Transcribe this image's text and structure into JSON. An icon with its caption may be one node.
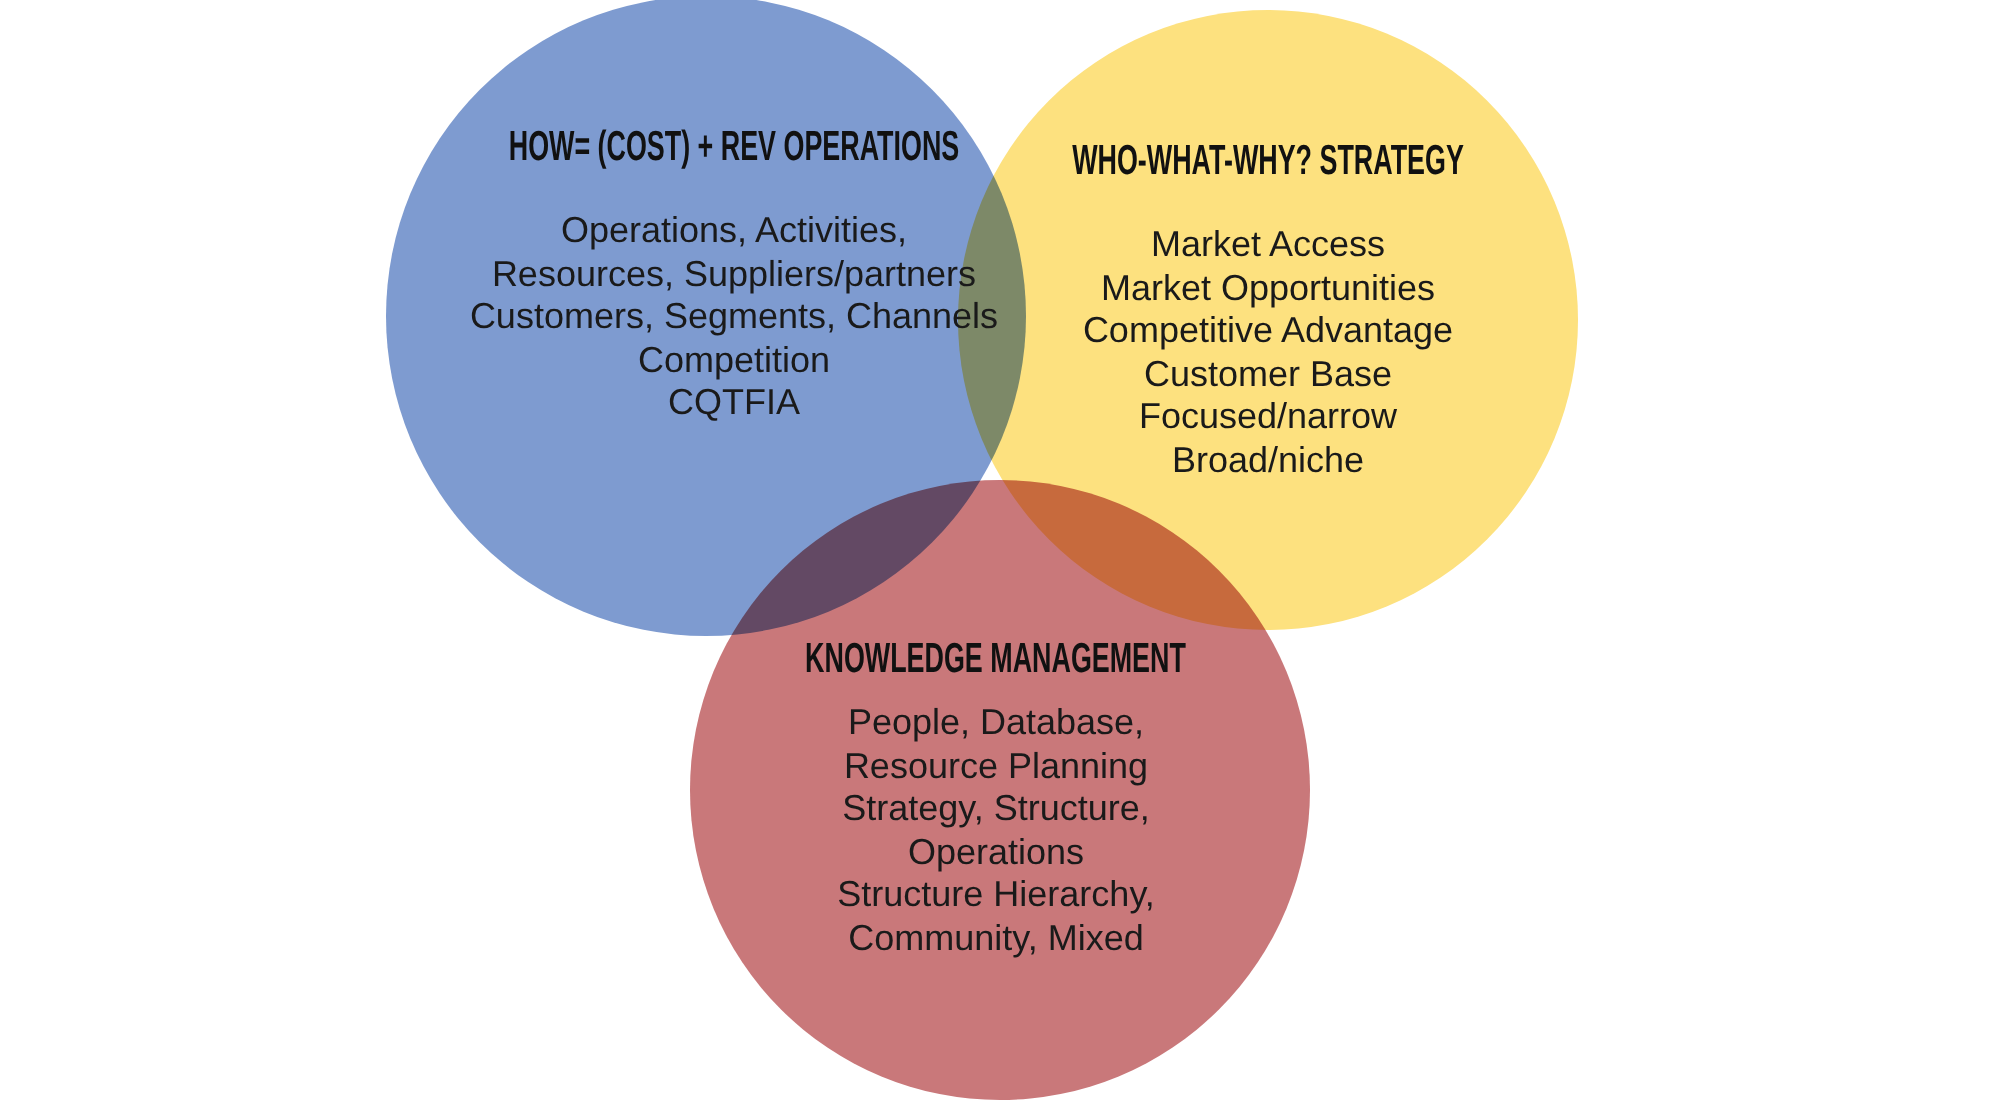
{
  "diagram": {
    "nodes": [
      {
        "text": [
          "HOW= (COST) + REV OPERATIONS",
          "Operations, Activities, Resources, Suppliers/partners",
          "Customers, Segments, Channels",
          "Competition",
          "CQTFIA"
        ]
      },
      {
        "text": [
          "WHO-WHAT-WHY? STRATEGY",
          "Market Access",
          "Market Opportunities",
          "Competitive Advantage",
          "Customer Base",
          "Focused/narrow",
          "Broad/niche"
        ]
      },
      {
        "text": [
          "KNOWLEDGE MANAGEMENT",
          "People, Database, Resource Planning",
          "Strategy, Structure, Operations",
          "Structure Hierarchy, Community, Mixed"
        ]
      }
    ]
  }
}
